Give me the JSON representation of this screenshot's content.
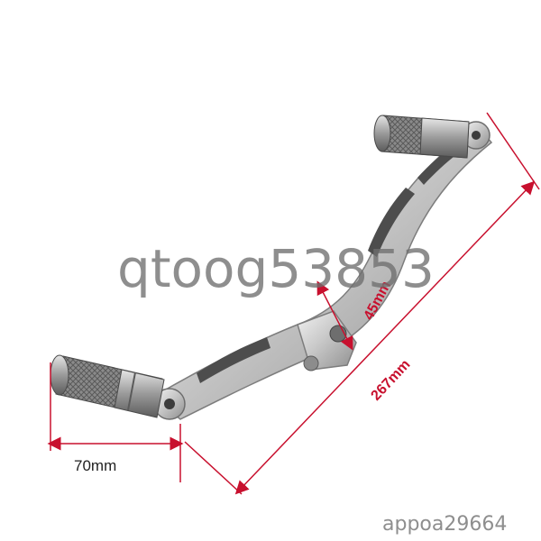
{
  "image": {
    "subject": "motorcycle heel-toe gear shift lever",
    "material_color": "#c9c9c9",
    "dimension_line_color": "#c8102e"
  },
  "dimensions": {
    "peg_length": "70mm",
    "hub_offset": "45mm",
    "overall_length": "267mm"
  },
  "watermarks": {
    "center_text": "qtoog53853",
    "corner_text": "appoa29664"
  }
}
